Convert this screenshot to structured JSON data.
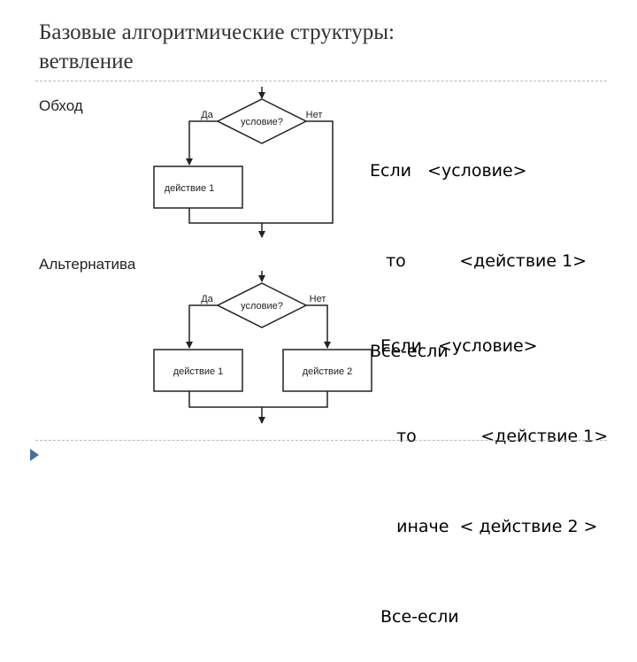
{
  "slide": {
    "title_line1": "Базовые алгоритмические структуры:",
    "title_line2": "ветвление"
  },
  "section1": {
    "label": "Обход",
    "flowchart": {
      "yes": "Да",
      "no": "Нет",
      "condition": "условие?",
      "action": "действие 1"
    },
    "pseudocode": [
      "Если   <условие>",
      "   то          <действие 1>",
      "Все-если"
    ]
  },
  "section2": {
    "label": "Альтернатива",
    "flowchart": {
      "yes": "Да",
      "no": "Нет",
      "condition": "условие?",
      "action1": "действие 1",
      "action2": "действие 2"
    },
    "pseudocode": [
      "Если   <условие>",
      "   то            <действие 1>",
      "   иначе  < действие 2 >",
      "Все-если"
    ]
  },
  "colors": {
    "nav_icon": "#4a6fa5"
  }
}
